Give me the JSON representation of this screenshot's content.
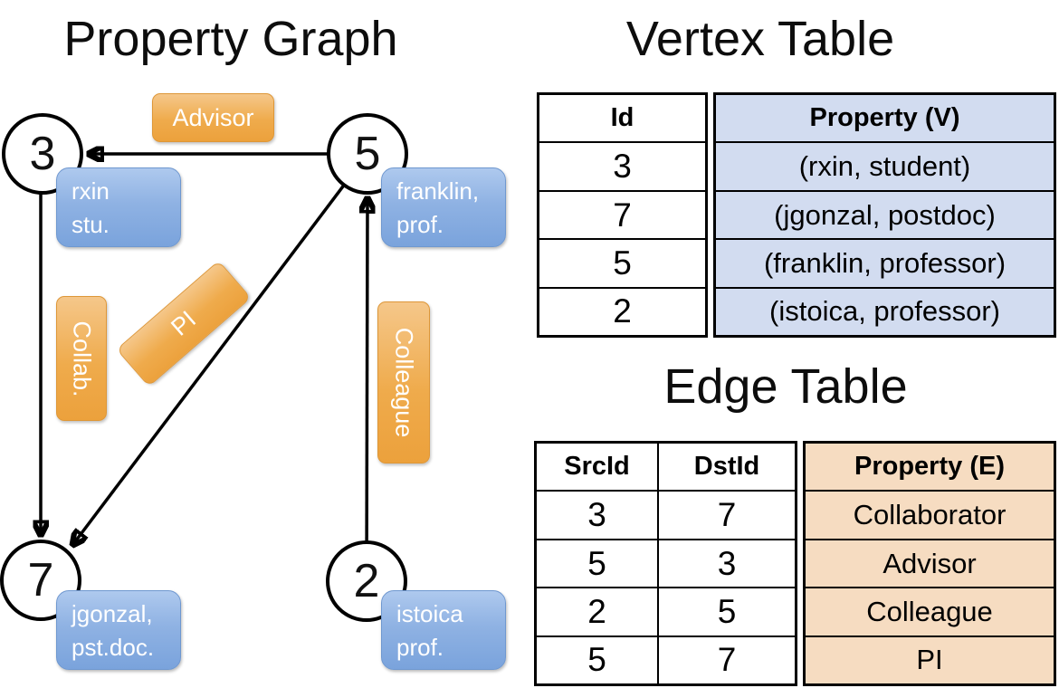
{
  "titles": {
    "graph": "Property Graph",
    "vertex_table": "Vertex Table",
    "edge_table": "Edge Table"
  },
  "graph": {
    "vertices": [
      {
        "id": "3",
        "label_lines": [
          "rxin",
          "stu."
        ]
      },
      {
        "id": "5",
        "label_lines": [
          "franklin,",
          "prof."
        ]
      },
      {
        "id": "7",
        "label_lines": [
          "jgonzal,",
          "pst.doc."
        ]
      },
      {
        "id": "2",
        "label_lines": [
          "istoica",
          "prof."
        ]
      }
    ],
    "edge_labels": {
      "advisor": "Advisor",
      "collab": "Collab.",
      "pi": "PI",
      "colleague": "Colleague"
    },
    "edges": [
      {
        "from": "5",
        "to": "3",
        "label": "Advisor"
      },
      {
        "from": "3",
        "to": "7",
        "label": "Collab."
      },
      {
        "from": "5",
        "to": "7",
        "label": "PI"
      },
      {
        "from": "2",
        "to": "5",
        "label": "Colleague"
      }
    ]
  },
  "vertex_table": {
    "headers": {
      "id": "Id",
      "property": "Property (V)"
    },
    "rows": [
      {
        "id": "3",
        "property": "(rxin, student)"
      },
      {
        "id": "7",
        "property": "(jgonzal, postdoc)"
      },
      {
        "id": "5",
        "property": "(franklin, professor)"
      },
      {
        "id": "2",
        "property": "(istoica, professor)"
      }
    ]
  },
  "edge_table": {
    "headers": {
      "src": "SrcId",
      "dst": "DstId",
      "property": "Property (E)"
    },
    "rows": [
      {
        "src": "3",
        "dst": "7",
        "property": "Collaborator"
      },
      {
        "src": "5",
        "dst": "3",
        "property": "Advisor"
      },
      {
        "src": "2",
        "dst": "5",
        "property": "Colleague"
      },
      {
        "src": "5",
        "dst": "7",
        "property": "PI"
      }
    ]
  },
  "colors": {
    "edge_label_orange_top": "#f5c78a",
    "edge_label_orange_bottom": "#eca13c",
    "vertex_box_blue_top": "#aec9ee",
    "vertex_box_blue_bottom": "#7aa3dc",
    "vertex_property_fill": "#d2dcf0",
    "edge_property_fill": "#f6dcc1",
    "stroke": "#000000",
    "label_text": "#ffffff"
  }
}
